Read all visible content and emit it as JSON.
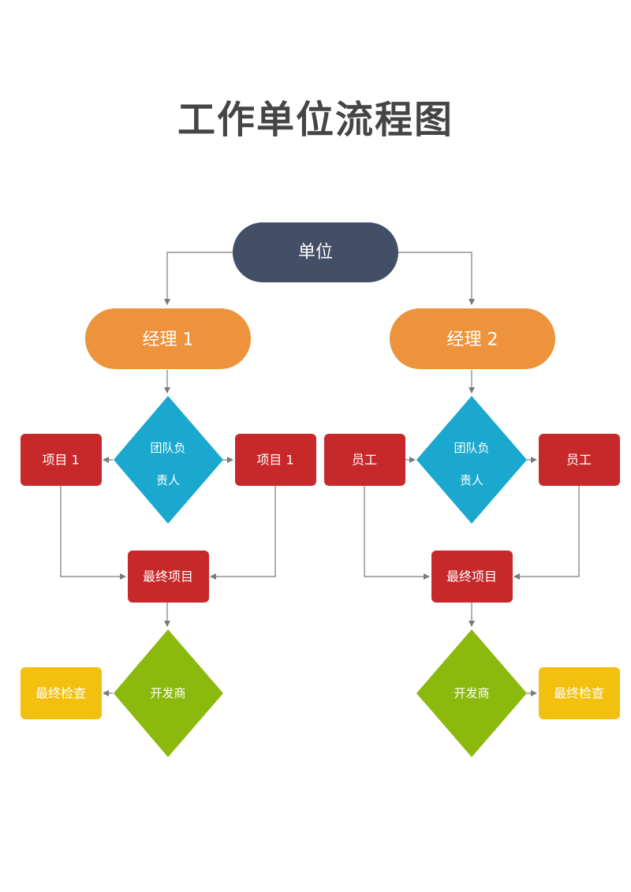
{
  "title": "工作单位流程图",
  "colors": {
    "unit": "#434f66",
    "manager": "#ec933b",
    "team_lead": "#1aa8cf",
    "item": "#c7292a",
    "developer": "#8bb90e",
    "final_check": "#f3c010",
    "connector": "#7a7a7a",
    "title": "#454545"
  },
  "nodes": {
    "unit": "单位",
    "manager_1": "经理 1",
    "manager_2": "经理 2",
    "team_lead_1_line1": "团队负",
    "team_lead_1_line2": "责人",
    "team_lead_2_line1": "团队负",
    "team_lead_2_line2": "责人",
    "item_1_left": "项目 1",
    "item_1_right": "项目 1",
    "staff_left": "员工",
    "staff_right": "员工",
    "final_item_1": "最终项目",
    "final_item_2": "最终项目",
    "developer_1": "开发商",
    "developer_2": "开发商",
    "final_check_1": "最终检查",
    "final_check_2": "最终检查"
  }
}
